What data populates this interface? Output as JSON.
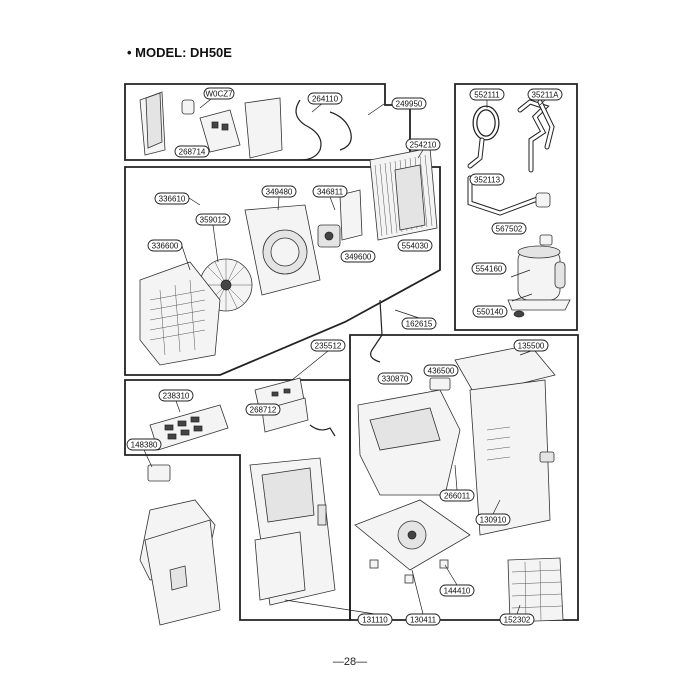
{
  "title": "• MODEL: DH50E",
  "page_number": "—28—",
  "parts": {
    "p249950": "249950",
    "p30cz7": "W0CZ7",
    "p264110": "264110",
    "p268714": "268714",
    "p552111": "552111",
    "p35211a": "35211A",
    "p254210": "254210",
    "p336610": "336610",
    "p349480": "349480",
    "p346811": "346811",
    "p359012": "359012",
    "p336600": "336600",
    "p554030": "554030",
    "p349600": "349600",
    "p352113": "352113",
    "p567502": "567502",
    "p554160": "554160",
    "p550140": "550140",
    "p162615": "162615",
    "p235512": "235512",
    "p135500": "135500",
    "p436500": "436500",
    "p330870": "330870",
    "p238310": "238310",
    "p268712": "268712",
    "p148380": "148380",
    "p266011": "266011",
    "p130910": "130910",
    "p144410": "144410",
    "p131110": "131110",
    "p130411": "130411",
    "p152302": "152302"
  }
}
